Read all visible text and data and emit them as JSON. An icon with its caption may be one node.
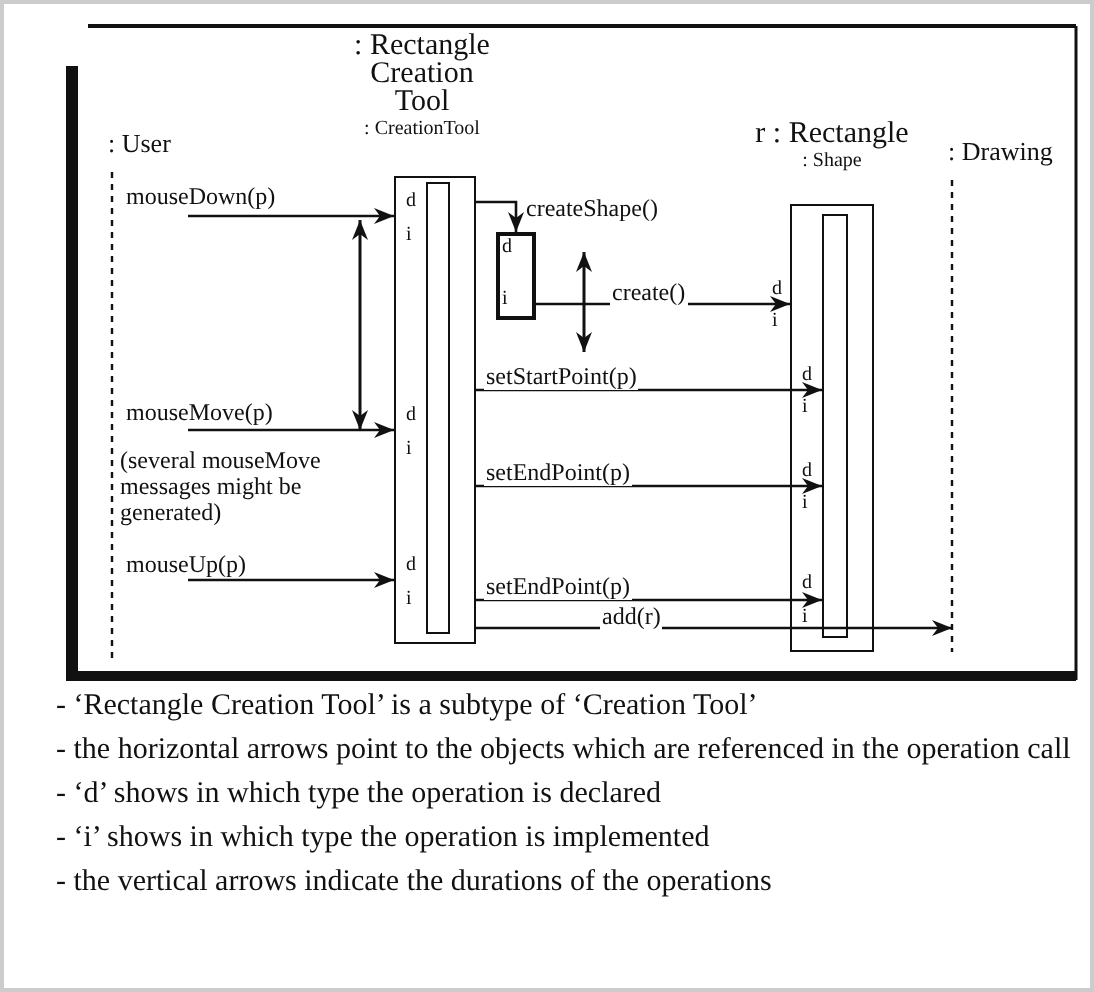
{
  "diagram": {
    "nodes": [
      {
        "text": [
          ": User"
        ]
      },
      {
        "text": [
          ": Rectangle Creation Tool",
          ": CreationTool"
        ]
      },
      {
        "text": [],
        "shape": "bar",
        "in": 1
      },
      {
        "text": [],
        "shape": "box"
      },
      {
        "text": [
          "r : Rectangle",
          ": Shape"
        ]
      },
      {
        "text": [],
        "shape": "bar",
        "in": 4
      },
      {
        "text": [
          ": Drawing"
        ]
      }
    ],
    "edges": [
      {
        "from": 0,
        "to": 1,
        "arrow": "to",
        "label": "mouseDown(p)"
      },
      {
        "from": 1,
        "to": 3,
        "arrow": "to",
        "label": "createShape()"
      },
      {
        "from": 3,
        "to": 4,
        "arrow": "to",
        "label": "create()"
      },
      {
        "from": 1,
        "to": 5,
        "arrow": "to",
        "label": "setStartPoint(p)"
      },
      {
        "from": 0,
        "to": 1,
        "arrow": "to",
        "label": "mouseMove(p)"
      },
      {
        "from": 1,
        "to": 5,
        "arrow": "to",
        "label": "setEndPoint(p)"
      },
      {
        "from": 0,
        "to": 1,
        "arrow": "to",
        "label": "mouseUp(p)"
      },
      {
        "from": 1,
        "to": 5,
        "arrow": "to",
        "label": "setEndPoint(p)"
      },
      {
        "from": 1,
        "to": 6,
        "arrow": "to",
        "label": "add(r)"
      }
    ],
    "labels": [
      "(several mouseMove messages might be generated)",
      "d",
      "i",
      "d",
      "i",
      "d",
      "i",
      "d",
      "i",
      "d",
      "i",
      "d",
      "i",
      "d",
      "i",
      "d",
      "i",
      "- ‘Rectangle Creation Tool’ is a subtype of ‘Creation Tool’",
      "- the horizontal arrows point to the objects which are referenced in the operation call",
      "- ‘d’ shows in which type the operation is declared",
      "- ‘i’ shows in which type the operation is implemented",
      "- the vertical arrows indicate the durations of the operations"
    ]
  }
}
